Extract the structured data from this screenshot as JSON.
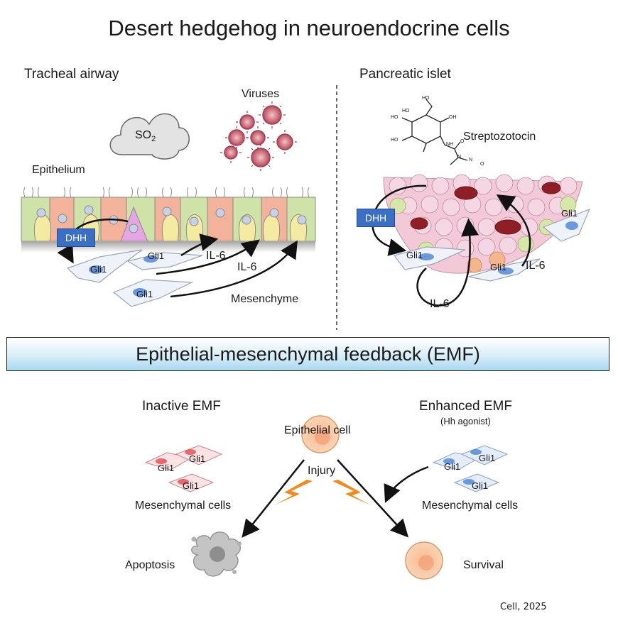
{
  "title": "Desert hedgehog in neuroendocrine cells",
  "panels": {
    "left": {
      "heading": "Tracheal airway",
      "so2_main": "SO",
      "so2_sub": "2",
      "viruses": "Viruses",
      "epithelium": "Epithelium",
      "dhh": "DHH",
      "gli1_a": "Gli1",
      "gli1_b": "Gli1",
      "gli1_c": "Gli1",
      "il6_a": "IL-6",
      "il6_b": "IL-6",
      "mesenchyme": "Mesenchyme"
    },
    "right": {
      "heading": "Pancreatic islet",
      "streptozotocin": "Streptozotocin",
      "dhh": "DHH",
      "gli1_a": "Gli1",
      "gli1_b": "Gli1",
      "gli1_c": "Gli1",
      "il6_a": "IL-6",
      "il6_b": "IL-6",
      "molecule": {
        "ho1": "HO",
        "ho2": "HO",
        "ho3": "HO",
        "ho4": "HO",
        "oh": "OH",
        "nh": "NH",
        "o1": "O",
        "o2": "O",
        "n1": "N",
        "n2": "N"
      }
    }
  },
  "banner": "Epithelial-mesenchymal feedback (EMF)",
  "bottom": {
    "inactive": "Inactive EMF",
    "enhanced": "Enhanced EMF",
    "enhanced_note": "(Hh agonist)",
    "epithelial_cell": "Epithelial cell",
    "injury": "Injury",
    "mes_left": "Mesenchymal cells",
    "mes_right": "Mesenchymal cells",
    "gli_left": [
      "Gli1",
      "Gli1",
      "Gli1"
    ],
    "gli_right": [
      "Gli1",
      "Gli1",
      "Gli1"
    ],
    "apoptosis": "Apoptosis",
    "survival": "Survival"
  },
  "citation": "Cell, 2025",
  "colors": {
    "dhh_blue": "#3b6fc4",
    "inactive_red": "#e8525a",
    "enhanced_blue": "#4f8ed8",
    "injury_orange": "#f08a1c",
    "cell_orange": "#f4a674"
  }
}
